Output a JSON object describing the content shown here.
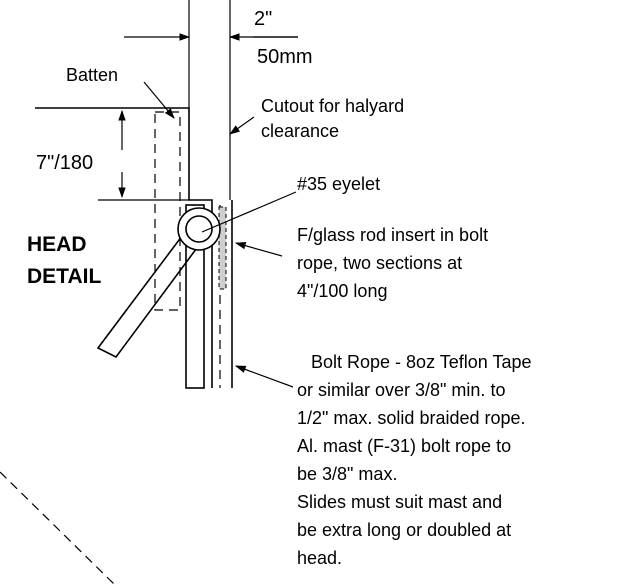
{
  "dimensions": {
    "width_in": "2\"",
    "width_mm": "50mm",
    "height": "7\"/180"
  },
  "labels": {
    "batten": "Batten",
    "cutout": [
      "Cutout for halyard",
      "clearance"
    ],
    "eyelet": "#35 eyelet",
    "head_detail": [
      "HEAD",
      "DETAIL"
    ],
    "fglass": [
      "F/glass rod insert in bolt",
      "rope, two sections at",
      "4\"/100 long"
    ],
    "boltrope": [
      "Bolt Rope - 8oz Teflon Tape",
      "or similar over 3/8\" min. to",
      "1/2\" max. solid braided rope.",
      "Al. mast (F-31) bolt rope to",
      "be 3/8\" max.",
      "Slides must suit mast and",
      "be extra long or doubled at",
      "head."
    ]
  }
}
